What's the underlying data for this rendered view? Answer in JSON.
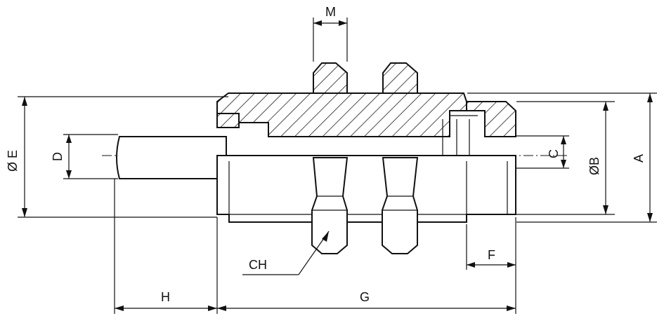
{
  "labels": {
    "m": "M",
    "diameter_e": "Ø E",
    "d": "D",
    "c": "C",
    "diameter_b": "ØB",
    "a": "A",
    "ch": "CH",
    "f": "F",
    "h": "H",
    "g": "G"
  }
}
